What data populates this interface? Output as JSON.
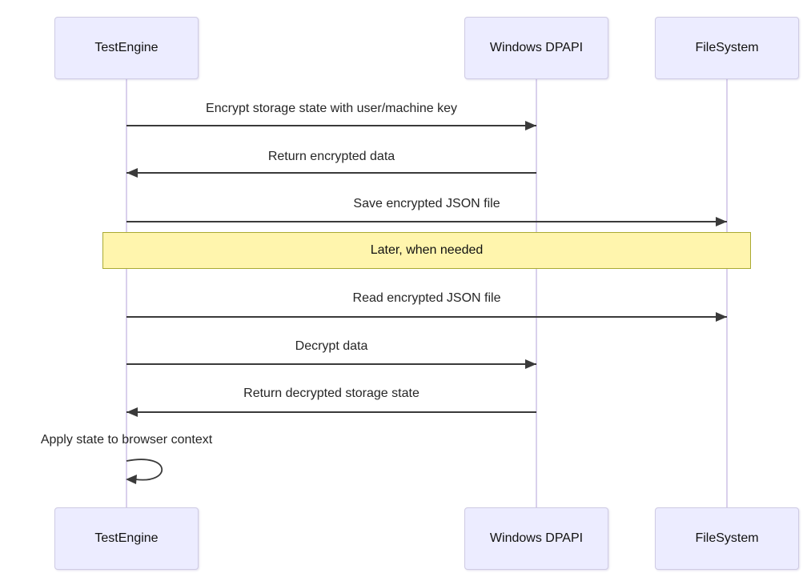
{
  "diagram": {
    "type": "sequence-diagram",
    "actors": [
      {
        "id": "testengine",
        "label": "TestEngine"
      },
      {
        "id": "windows-dpapi",
        "label": "Windows DPAPI"
      },
      {
        "id": "filesystem",
        "label": "FileSystem"
      }
    ],
    "messages": [
      {
        "from": "TestEngine",
        "to": "Windows DPAPI",
        "direction": "right",
        "label": "Encrypt storage state with user/machine key"
      },
      {
        "from": "Windows DPAPI",
        "to": "TestEngine",
        "direction": "left",
        "label": "Return encrypted data"
      },
      {
        "from": "TestEngine",
        "to": "FileSystem",
        "direction": "right",
        "label": "Save encrypted JSON file"
      },
      {
        "from": "TestEngine",
        "to": "FileSystem",
        "direction": "right",
        "label": "Read encrypted JSON file"
      },
      {
        "from": "TestEngine",
        "to": "Windows DPAPI",
        "direction": "right",
        "label": "Decrypt data"
      },
      {
        "from": "Windows DPAPI",
        "to": "TestEngine",
        "direction": "left",
        "label": "Return decrypted storage state"
      },
      {
        "from": "TestEngine",
        "to": "TestEngine",
        "direction": "self",
        "label": "Apply state to browser context"
      }
    ],
    "note": {
      "placement": "over all actors",
      "label": "Later, when needed"
    },
    "colors": {
      "actor_fill": "#ECECFF",
      "actor_border": "#CFCBE4",
      "lifeline": "#D9D0EC",
      "arrow": "#3a3a3a",
      "note_fill": "#FFF5AD",
      "note_border": "#AAAA33",
      "text": "#262626"
    }
  }
}
